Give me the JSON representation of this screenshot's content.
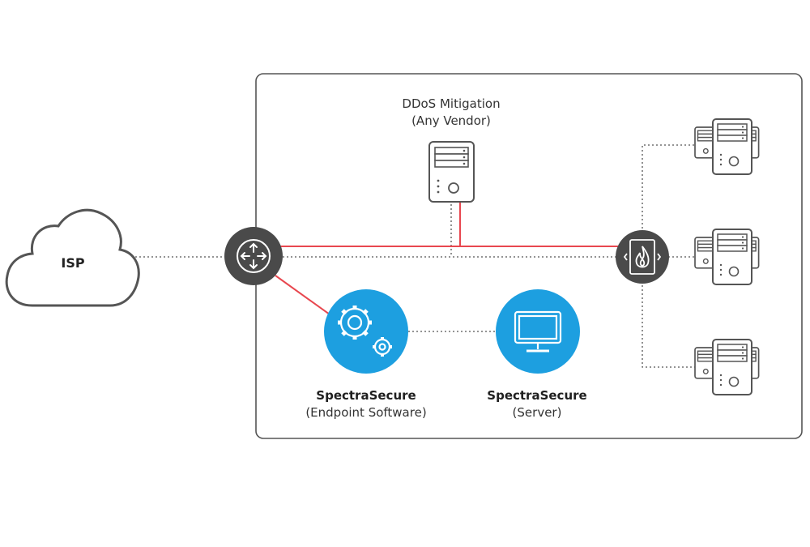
{
  "isp": {
    "label": "ISP"
  },
  "ddos": {
    "title": "DDoS Mitigation",
    "subtitle": "(Any Vendor)"
  },
  "endpoint": {
    "title": "SpectraSecure",
    "subtitle": "(Endpoint Software)"
  },
  "server": {
    "title": "SpectraSecure",
    "subtitle": "(Server)"
  },
  "colors": {
    "accent": "#1d9fe0",
    "node_dark": "#4a4a4a",
    "link_red": "#e8474f",
    "outline": "#555555",
    "dotted": "#555555"
  },
  "icons": {
    "router": "router-arrows-icon",
    "firewall": "firewall-flame-icon",
    "endpoint": "gears-icon",
    "server": "monitor-icon",
    "hosts": "server-cluster-icon",
    "ddos": "server-tower-icon",
    "isp": "cloud-icon"
  }
}
